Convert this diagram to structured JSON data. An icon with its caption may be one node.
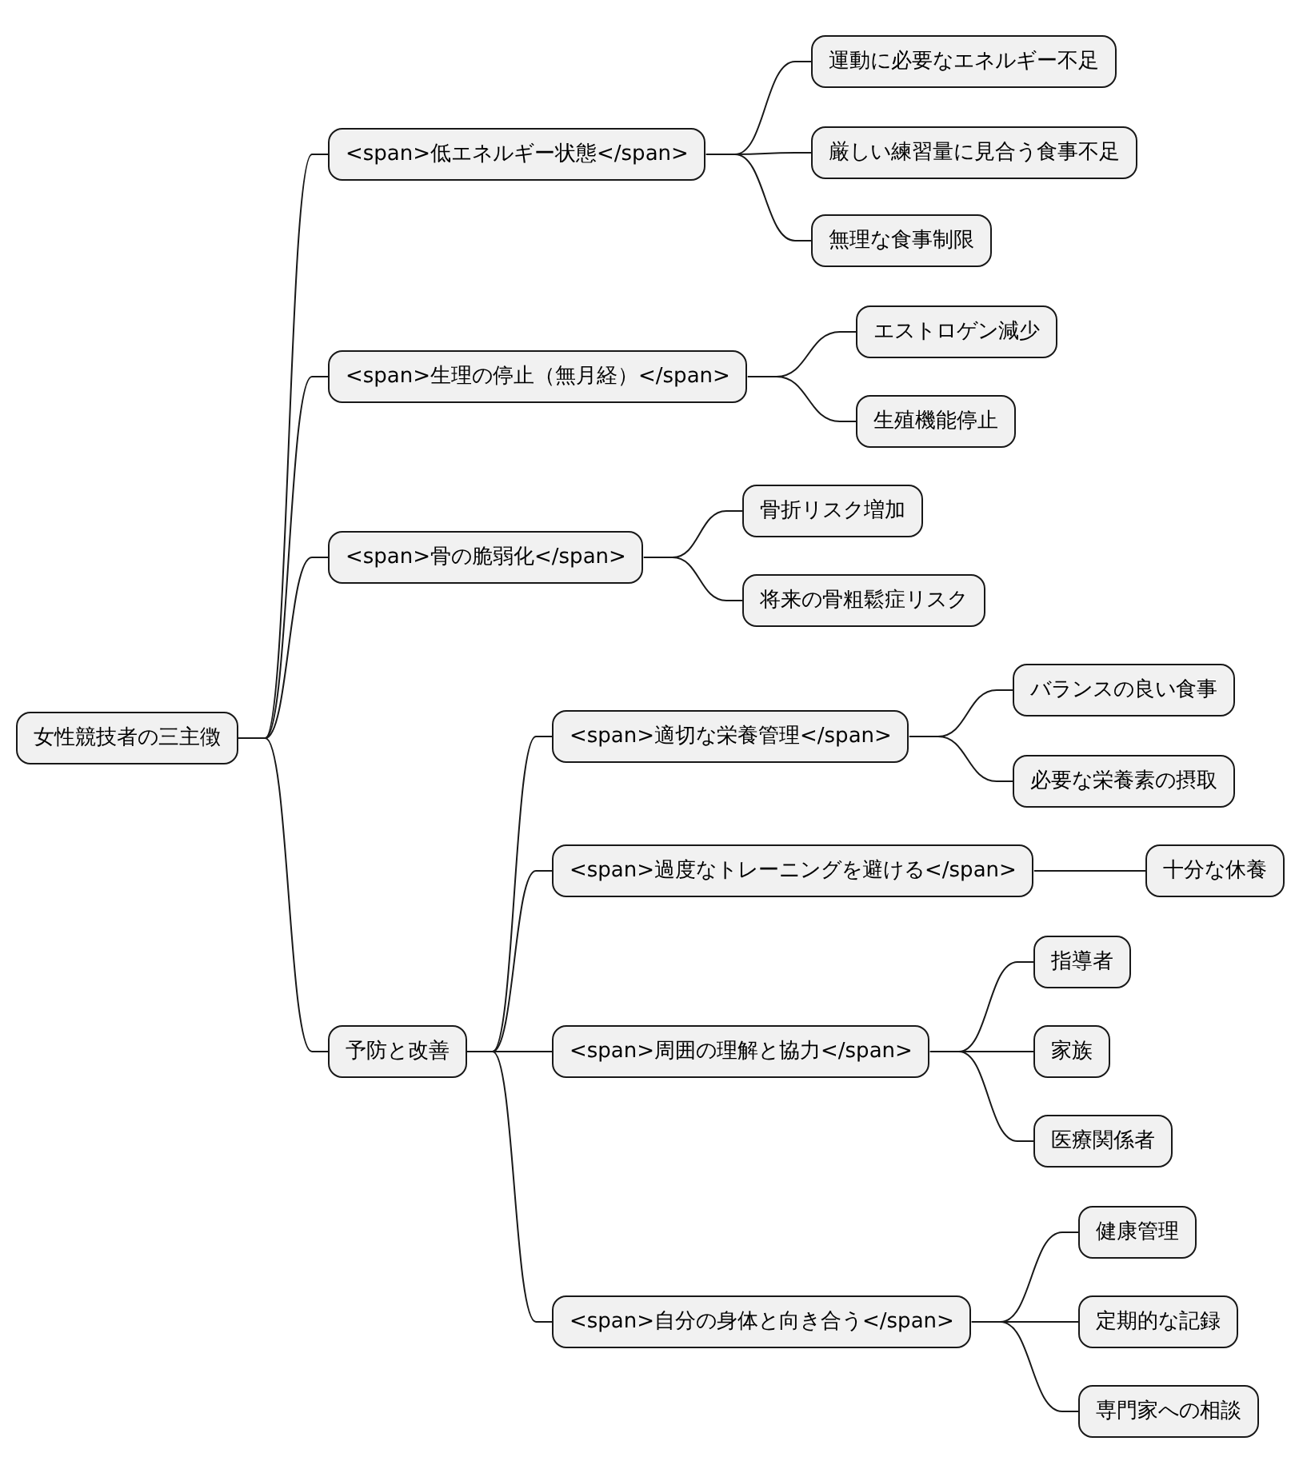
{
  "diagram": {
    "nodes": [
      {
        "text": [
          "女性競技者の三主徴"
        ]
      },
      {
        "text": [
          "<span>低エネルギー状態</span>"
        ]
      },
      {
        "text": [
          "運動に必要なエネルギー不足"
        ]
      },
      {
        "text": [
          "厳しい練習量に見合う食事不足"
        ]
      },
      {
        "text": [
          "無理な食事制限"
        ]
      },
      {
        "text": [
          "<span>生理の停止（無月経）</span>"
        ]
      },
      {
        "text": [
          "エストロゲン減少"
        ]
      },
      {
        "text": [
          "生殖機能停止"
        ]
      },
      {
        "text": [
          "<span>骨の脆弱化</span>"
        ]
      },
      {
        "text": [
          "骨折リスク増加"
        ]
      },
      {
        "text": [
          "将来の骨粗鬆症リスク"
        ]
      },
      {
        "text": [
          "予防と改善"
        ]
      },
      {
        "text": [
          "<span>適切な栄養管理</span>"
        ]
      },
      {
        "text": [
          "バランスの良い食事"
        ]
      },
      {
        "text": [
          "必要な栄養素の摂取"
        ]
      },
      {
        "text": [
          "<span>過度なトレーニングを避ける</span>"
        ]
      },
      {
        "text": [
          "十分な休養"
        ]
      },
      {
        "text": [
          "<span>周囲の理解と協力</span>"
        ]
      },
      {
        "text": [
          "指導者"
        ]
      },
      {
        "text": [
          "家族"
        ]
      },
      {
        "text": [
          "医療関係者"
        ]
      },
      {
        "text": [
          "<span>自分の身体と向き合う</span>"
        ]
      },
      {
        "text": [
          "健康管理"
        ]
      },
      {
        "text": [
          "定期的な記録"
        ]
      },
      {
        "text": [
          "専門家への相談"
        ]
      }
    ],
    "edges": [
      {
        "from": 0,
        "to": 1,
        "arrow": "none"
      },
      {
        "from": 1,
        "to": 2,
        "arrow": "none"
      },
      {
        "from": 1,
        "to": 3,
        "arrow": "none"
      },
      {
        "from": 1,
        "to": 4,
        "arrow": "none"
      },
      {
        "from": 0,
        "to": 5,
        "arrow": "none"
      },
      {
        "from": 5,
        "to": 6,
        "arrow": "none"
      },
      {
        "from": 5,
        "to": 7,
        "arrow": "none"
      },
      {
        "from": 0,
        "to": 8,
        "arrow": "none"
      },
      {
        "from": 8,
        "to": 9,
        "arrow": "none"
      },
      {
        "from": 8,
        "to": 10,
        "arrow": "none"
      },
      {
        "from": 0,
        "to": 11,
        "arrow": "none"
      },
      {
        "from": 11,
        "to": 12,
        "arrow": "none"
      },
      {
        "from": 12,
        "to": 13,
        "arrow": "none"
      },
      {
        "from": 12,
        "to": 14,
        "arrow": "none"
      },
      {
        "from": 11,
        "to": 15,
        "arrow": "none"
      },
      {
        "from": 15,
        "to": 16,
        "arrow": "none"
      },
      {
        "from": 11,
        "to": 17,
        "arrow": "none"
      },
      {
        "from": 17,
        "to": 18,
        "arrow": "none"
      },
      {
        "from": 17,
        "to": 19,
        "arrow": "none"
      },
      {
        "from": 17,
        "to": 20,
        "arrow": "none"
      },
      {
        "from": 11,
        "to": 21,
        "arrow": "none"
      },
      {
        "from": 21,
        "to": 22,
        "arrow": "none"
      },
      {
        "from": 21,
        "to": 23,
        "arrow": "none"
      },
      {
        "from": 21,
        "to": 24,
        "arrow": "none"
      }
    ]
  }
}
